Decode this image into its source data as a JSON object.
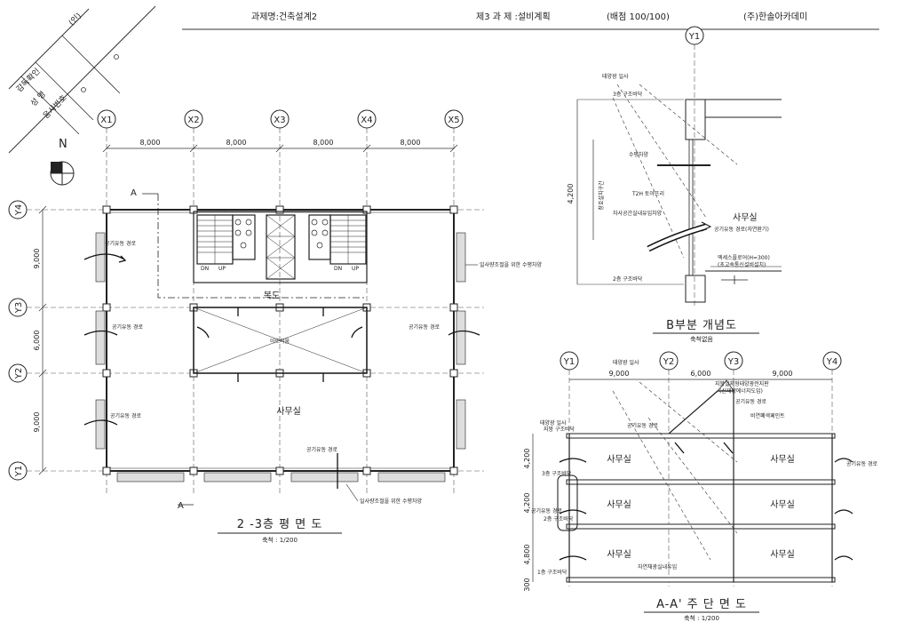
{
  "header": {
    "subject": "과제명:건축설계2",
    "task": "제3 과 제 :설비계획",
    "points": "(배점 100/100)",
    "publisher": "(주)한솔아카데미"
  },
  "stamp": {
    "seal": "(인)",
    "supervisor": "감독확인",
    "name": "성 명",
    "exam_no": "응시번호"
  },
  "plan": {
    "north": "N",
    "grid_x": [
      "X1",
      "X2",
      "X3",
      "X4",
      "X5"
    ],
    "grid_y": [
      "Y4",
      "Y3",
      "Y2",
      "Y1"
    ],
    "dims_x": [
      "8,000",
      "8,000",
      "8,000",
      "8,000"
    ],
    "dims_y": [
      "9,000",
      "6,000",
      "9,000"
    ],
    "corridor": "복도",
    "atrium": "아뜨리움",
    "office": "사무실",
    "airflow": "공기유동 경로",
    "shade": "일사량조절을 위한 수평차양",
    "dn": "DN",
    "up": "UP",
    "section_mark": "A",
    "title": "2 -3층 평 면 도",
    "scale": "축척 : 1/200"
  },
  "detail_b": {
    "grid": "Y1",
    "sun": "태양광 일사",
    "floor3": "3층 구조바닥",
    "floor2": "2층 구조바닥",
    "h_shade": "수평차양",
    "zone": "창호설치구간",
    "dim": "4,200",
    "t2h": "T2H 토아뜨리",
    "sunlight_zone": "자사공간실내유입차양",
    "office": "사무실",
    "airflow": "공기유동 경로(자연환기)",
    "access_floor": "엑세스플로어(H=300)",
    "access_floor_note": "(초고속통신설비설치)",
    "title": "B부분 개념도",
    "scale": "축척없음"
  },
  "section": {
    "grid": [
      "Y1",
      "Y2",
      "Y3",
      "Y4"
    ],
    "dims_top": [
      "9,000",
      "6,000",
      "9,000"
    ],
    "dims_left": [
      "4,200",
      "4,200",
      "4,800",
      "300"
    ],
    "sun": "태양광 일사",
    "roof": "지붕 구조바닥",
    "floor3": "3층 구조바닥",
    "floor2": "2층 구조바닥",
    "floor1": "1층 구조바닥",
    "skylight": "지붕일체형태양광전지판",
    "skylight_note": "(신재생에너지도입)",
    "airflow": "공기유동 경로",
    "low_e": "비연폐색페인트",
    "office": "사무실",
    "natural_light": "자연채광실내유입",
    "title": "A-A' 주 단 면 도",
    "scale": "축척 : 1/200"
  }
}
